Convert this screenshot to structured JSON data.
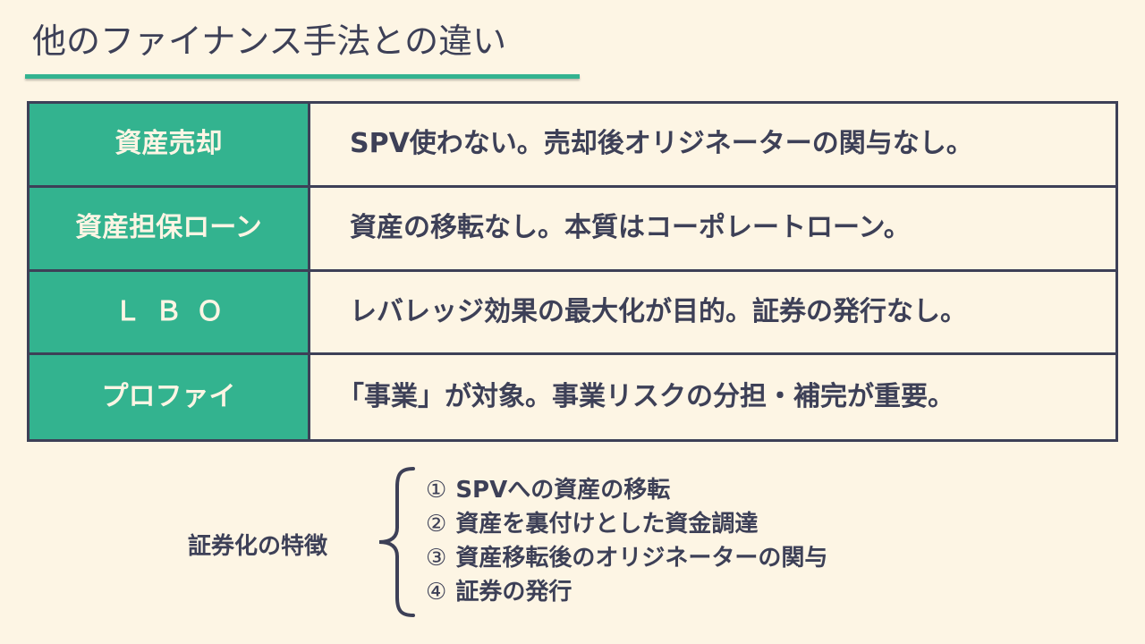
{
  "slide": {
    "title": "他のファイナンス手法との違い",
    "accent_color": "#33b38f",
    "text_color": "#3d4057",
    "background_color": "#fdf5e4"
  },
  "comparison_table": {
    "rows": [
      {
        "method": "資産売却",
        "description": "SPV使わない。売却後オリジネーターの関与なし。"
      },
      {
        "method": "資産担保ローン",
        "description": "資産の移転なし。本質はコーポレートローン。"
      },
      {
        "method": "ＬＢＯ",
        "description": "レバレッジ効果の最大化が目的。証券の発行なし。"
      },
      {
        "method": "プロファイ",
        "description": "「事業」が対象。事業リスクの分担・補完が重要。"
      }
    ]
  },
  "features": {
    "label": "証券化の特徴",
    "items": [
      {
        "num": "①",
        "text": "SPVへの資産の移転"
      },
      {
        "num": "②",
        "text": "資産を裏付けとした資金調達"
      },
      {
        "num": "③",
        "text": "資産移転後のオリジネーターの関与"
      },
      {
        "num": "④",
        "text": "証券の発行"
      }
    ]
  }
}
